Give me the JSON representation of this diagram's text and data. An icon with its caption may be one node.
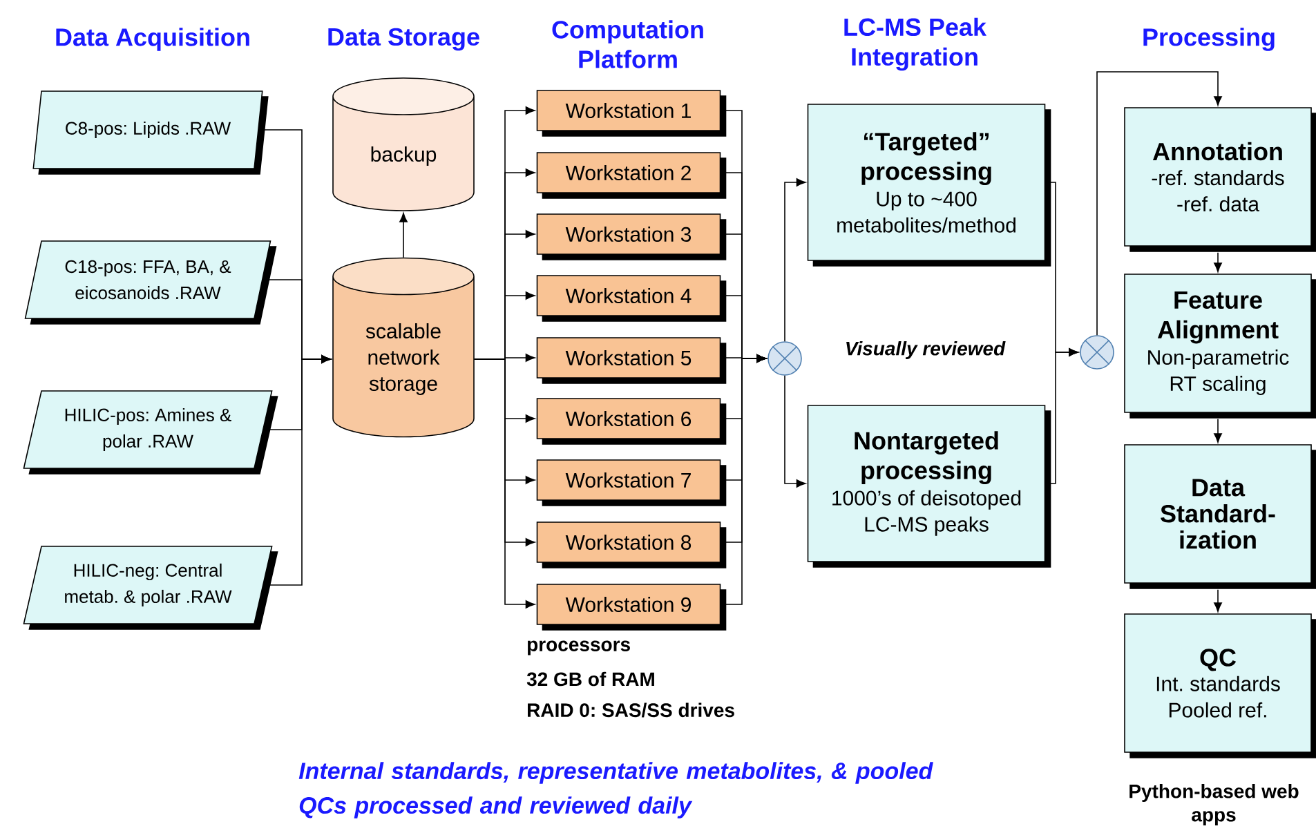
{
  "diagram": {
    "caption": "Internal standards, representative metabolites, & pooled QCs processed and reviewed daily",
    "nodes": [
      {
        "text": [
          "C8-pos: Lipids .RAW"
        ]
      },
      {
        "text": [
          "C18-pos: FFA, BA, & eicosanoids .RAW"
        ]
      },
      {
        "text": [
          "HILIC-pos: Amines & polar .RAW"
        ]
      },
      {
        "text": [
          "HILIC-neg: Central metab. & polar .RAW"
        ]
      },
      {
        "text": [
          "backup"
        ]
      },
      {
        "text": [
          "scalable network storage"
        ]
      },
      {
        "text": [
          "Workstation 1"
        ]
      },
      {
        "text": [
          "Workstation 2"
        ]
      },
      {
        "text": [
          "Workstation 3"
        ]
      },
      {
        "text": [
          "Workstation 4"
        ]
      },
      {
        "text": [
          "Workstation 5"
        ]
      },
      {
        "text": [
          "Workstation 6"
        ]
      },
      {
        "text": [
          "Workstation 7"
        ]
      },
      {
        "text": [
          "Workstation 8"
        ]
      },
      {
        "text": [
          "Workstation 9"
        ],
        "beside": [
          "processors",
          "32 GB of RAM",
          "RAID 0: SAS/SS drives"
        ]
      },
      {
        "text": [],
        "shape": "circle"
      },
      {
        "text": [
          "“Targeted” processing",
          "Up to ~400 metabolites/method"
        ]
      },
      {
        "text": [
          "Nontargeted processing",
          "1000’s of deisotoped LC-MS peaks"
        ]
      },
      {
        "text": [],
        "shape": "circle"
      },
      {
        "text": [
          "Annotation",
          "-ref. standards",
          "-ref. data"
        ]
      },
      {
        "text": [
          "Feature Alignment",
          "Non-parametric RT scaling"
        ]
      },
      {
        "text": [
          "Data Standard-ization"
        ]
      },
      {
        "text": [
          "QC",
          "Int. standards",
          "Pooled ref."
        ],
        "beside": [
          "Python-based web apps"
        ]
      }
    ],
    "edges": [
      {
        "from": 0,
        "to": 5,
        "arrow": "to"
      },
      {
        "from": 1,
        "to": 5,
        "arrow": "to"
      },
      {
        "from": 2,
        "to": 5,
        "arrow": "to"
      },
      {
        "from": 3,
        "to": 5,
        "arrow": "to"
      },
      {
        "from": 5,
        "to": 4,
        "arrow": "to"
      },
      {
        "from": 5,
        "to": 6,
        "arrow": "to"
      },
      {
        "from": 5,
        "to": 7,
        "arrow": "to"
      },
      {
        "from": 5,
        "to": 8,
        "arrow": "to"
      },
      {
        "from": 5,
        "to": 9,
        "arrow": "to"
      },
      {
        "from": 5,
        "to": 10,
        "arrow": "to"
      },
      {
        "from": 5,
        "to": 11,
        "arrow": "to"
      },
      {
        "from": 5,
        "to": 12,
        "arrow": "to"
      },
      {
        "from": 5,
        "to": 13,
        "arrow": "to"
      },
      {
        "from": 5,
        "to": 14,
        "arrow": "to"
      },
      {
        "from": 6,
        "to": 15,
        "arrow": "to"
      },
      {
        "from": 7,
        "to": 15,
        "arrow": "to"
      },
      {
        "from": 8,
        "to": 15,
        "arrow": "to"
      },
      {
        "from": 9,
        "to": 15,
        "arrow": "to"
      },
      {
        "from": 10,
        "to": 15,
        "arrow": "to"
      },
      {
        "from": 11,
        "to": 15,
        "arrow": "to"
      },
      {
        "from": 12,
        "to": 15,
        "arrow": "to"
      },
      {
        "from": 13,
        "to": 15,
        "arrow": "to"
      },
      {
        "from": 14,
        "to": 15,
        "arrow": "to"
      },
      {
        "from": 15,
        "to": 16,
        "arrow": "to"
      },
      {
        "from": 15,
        "to": 17,
        "arrow": "to"
      },
      {
        "from": 16,
        "to": 18,
        "arrow": "to"
      },
      {
        "from": 17,
        "to": 18,
        "arrow": "to"
      },
      {
        "from": 18,
        "to": 19,
        "arrow": "to"
      },
      {
        "from": 19,
        "to": 20,
        "arrow": "to"
      },
      {
        "from": 20,
        "to": 21,
        "arrow": "to"
      },
      {
        "from": 21,
        "to": 22,
        "arrow": "to"
      }
    ],
    "labels": [
      "Data Acquisition",
      "Data Storage",
      "Computation Platform",
      "LC-MS Peak Integration",
      "Processing",
      "Visually reviewed"
    ]
  }
}
